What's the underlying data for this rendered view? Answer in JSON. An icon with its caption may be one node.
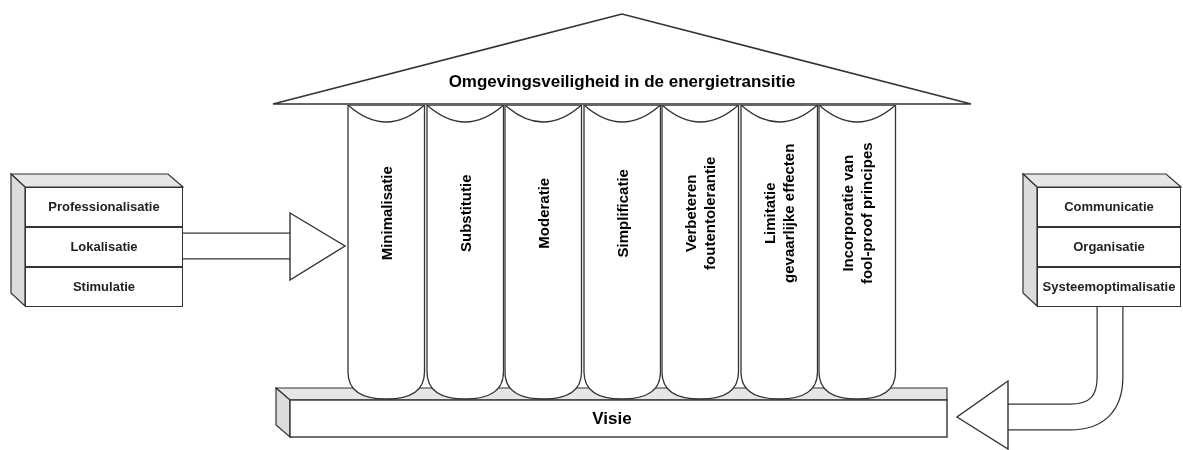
{
  "diagram": {
    "nodes": [
      {
        "text": [
          "Omgevingsveiligheid in de energietransitie"
        ]
      },
      {
        "text": [
          "Minimalisatie"
        ]
      },
      {
        "text": [
          "Substitutie"
        ]
      },
      {
        "text": [
          "Moderatie"
        ]
      },
      {
        "text": [
          "Simplificatie"
        ]
      },
      {
        "text": [
          "Verbeteren foutentolerantie"
        ]
      },
      {
        "text": [
          "Limitatie gevaarlijke effecten"
        ]
      },
      {
        "text": [
          "Incorporatie van fool-proof principes"
        ]
      },
      {
        "text": [
          "Visie"
        ]
      },
      {
        "text": [],
        "shape": "box"
      },
      {
        "text": [
          "Professionalisatie"
        ],
        "in": 9
      },
      {
        "text": [
          "Lokalisatie"
        ],
        "in": 9
      },
      {
        "text": [
          "Stimulatie"
        ],
        "in": 9
      },
      {
        "text": [],
        "shape": "box"
      },
      {
        "text": [
          "Communicatie"
        ],
        "in": 13
      },
      {
        "text": [
          "Organisatie"
        ],
        "in": 13
      },
      {
        "text": [
          "Systeemoptimalisatie"
        ],
        "in": 13
      }
    ],
    "edges": [
      {
        "from": 9,
        "to": 1,
        "arrow": "to"
      },
      {
        "from": 13,
        "to": 8,
        "arrow": "to"
      }
    ]
  }
}
